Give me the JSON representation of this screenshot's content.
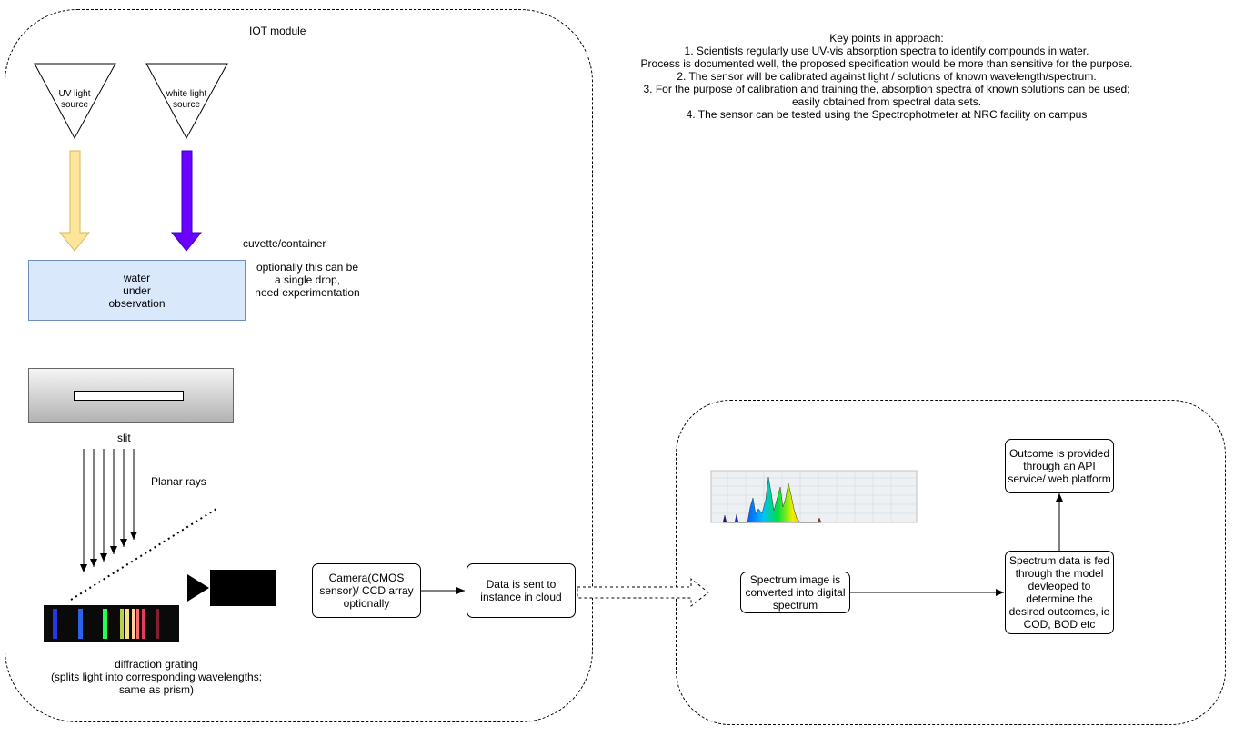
{
  "iot_module": {
    "title": "IOT module",
    "uv_source": {
      "line1": "UV light",
      "line2": "source"
    },
    "white_source": {
      "line1": "white light",
      "line2": "source"
    },
    "cuvette_label": "cuvette/container",
    "water": {
      "line1": "water",
      "line2": "under",
      "line3": "observation"
    },
    "drop_note": {
      "line1": "optionally this can be",
      "line2": "a single drop,",
      "line3": "need experimentation"
    },
    "slit_label": "slit",
    "planar_rays_label": "Planar rays",
    "grating": {
      "line1": "diffraction grating",
      "line2": "(splits light into corresponding wavelengths;",
      "line3": "same as prism)"
    },
    "camera_box": {
      "line1": "Camera(CMOS",
      "line2": "sensor)/ CCD array",
      "line3": "optionally"
    },
    "cloud_send_box": {
      "line1": "Data is sent to",
      "line2": "instance in cloud"
    }
  },
  "key_points": {
    "heading": "Key points in approach:",
    "lines": [
      "1. Scientists regularly use UV-vis absorption spectra to identify compounds in water.",
      "Process is documented well, the proposed specification would be more than sensitive for the purpose.",
      "2. The sensor will be calibrated against light / solutions of known wavelength/spectrum.",
      "3. For the purpose of calibration and training the, absorption spectra of known solutions can be used;",
      "easily obtained from spectral data sets.",
      "4. The sensor can be tested using the Spectrophotmeter at NRC facility on campus"
    ]
  },
  "cloud": {
    "convert_box": {
      "line1": "Spectrum image is",
      "line2": "converted into digital",
      "line3": "spectrum"
    },
    "model_box": {
      "line1": "Spectrum data is fed",
      "line2": "through the model",
      "line3": "devleoped to",
      "line4": "determine the",
      "line5": "desired outcomes, ie",
      "line6": "COD, BOD etc"
    },
    "outcome_box": {
      "line1": "Outcome is provided",
      "line2": "through an API",
      "line3": "service/ web platform"
    }
  },
  "colors": {
    "uv_arrow": "#ffe599",
    "white_arrow": "#6a00ff",
    "water_fill": "#dae8fc",
    "water_stroke": "#6c8ebf"
  }
}
